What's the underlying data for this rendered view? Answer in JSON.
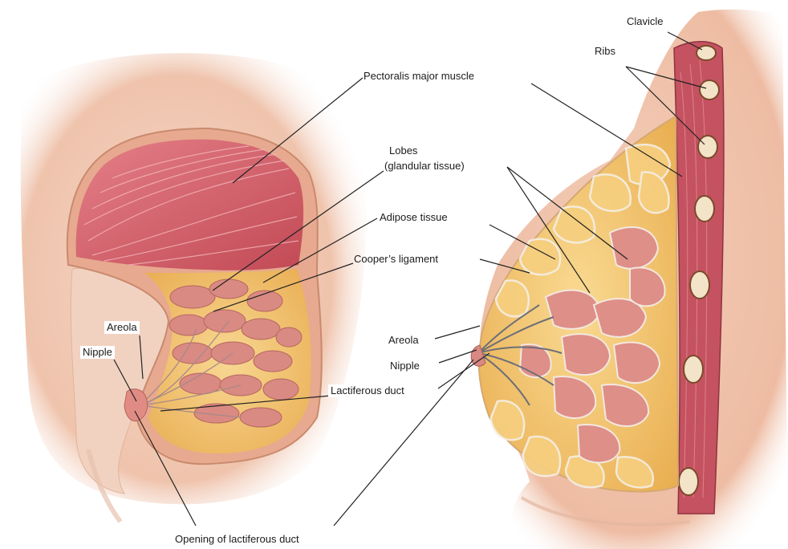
{
  "labels": {
    "clavicle": "Clavicle",
    "ribs": "Ribs",
    "pectoralis": "Pectoralis major  muscle",
    "lobes_line1": "Lobes",
    "lobes_line2": "(glandular tissue)",
    "adipose": "Adipose tissue",
    "coopers": "Cooper’s ligament",
    "areola_left": "Areola",
    "nipple_left": "Nipple",
    "areola_right": "Areola",
    "nipple_right": "Nipple",
    "lactiferous": "Lactiferous duct",
    "opening": "Opening of lactiferous duct"
  },
  "colors": {
    "skin": "#f4d5c4",
    "skin_dark": "#e8b59c",
    "muscle": "#c9505a",
    "muscle_light": "#e89aa0",
    "fat": "#f1c36a",
    "fat_light": "#f8dc98",
    "lobe": "#d9857e",
    "lobe_dark": "#b8605c",
    "rib": "#8a5a35",
    "leader": "#222222"
  }
}
